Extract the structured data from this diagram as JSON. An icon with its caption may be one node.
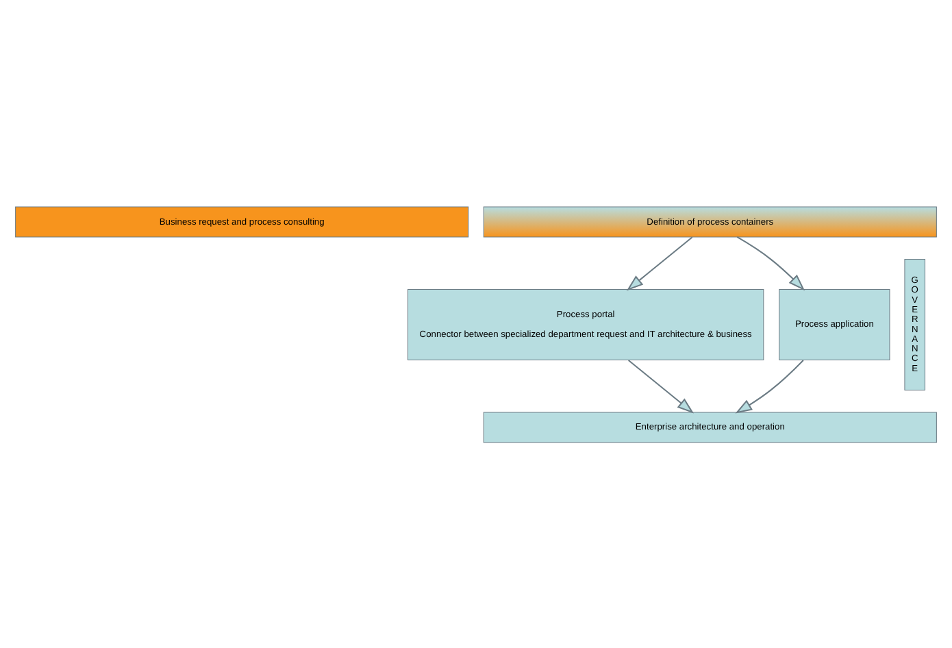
{
  "diagram": {
    "nodes": [
      {
        "text": [
          "Business request and process consulting"
        ]
      },
      {
        "text": [
          "Definition of process containers"
        ]
      },
      {
        "text": [
          "Process portal",
          "Connector between specialized department request and IT architecture & business"
        ]
      },
      {
        "text": [
          "GOVERNANCE"
        ]
      },
      {
        "text": [
          "Process application"
        ]
      },
      {
        "text": [
          "Enterprise architecture and operation"
        ]
      }
    ],
    "edges": [
      {
        "from": 1,
        "to": 2,
        "arrow": "to"
      },
      {
        "from": 1,
        "to": 4,
        "arrow": "to"
      },
      {
        "from": 2,
        "to": 5,
        "arrow": "to"
      },
      {
        "from": 4,
        "to": 5,
        "arrow": "to"
      }
    ]
  }
}
